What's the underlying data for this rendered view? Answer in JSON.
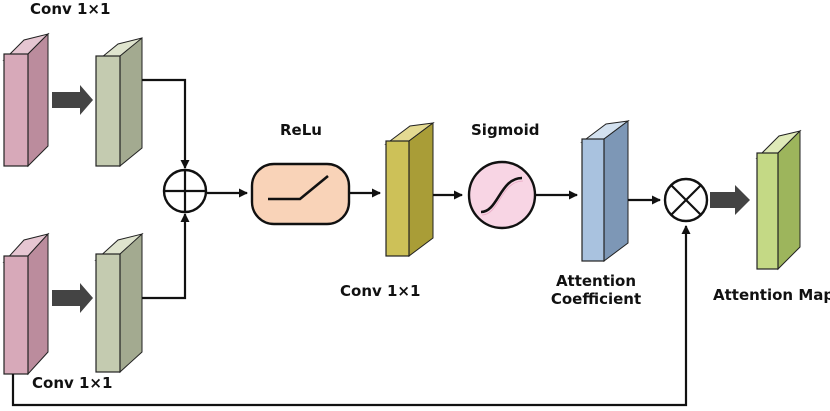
{
  "labels": {
    "conv_top": "Conv 1×1",
    "conv_bottom": "Conv 1×1",
    "relu": "ReLu",
    "conv_mid": "Conv 1×1",
    "sigmoid": "Sigmoid",
    "attention_coefficient_line1": "Attention",
    "attention_coefficient_line2": "Coefficient",
    "attention_map": "Attention Map"
  },
  "colors": {
    "input_block": "#d7a9b9",
    "conv_block": "#c4cbb0",
    "relu_box": "#f9d3b8",
    "conv_mid_block": "#cdc158",
    "sigmoid_circle": "#f8d5e4",
    "coefficient_block": "#a9c2df",
    "attention_map_block": "#c4d985",
    "line": "#111111",
    "wide_arrow": "#444444"
  }
}
